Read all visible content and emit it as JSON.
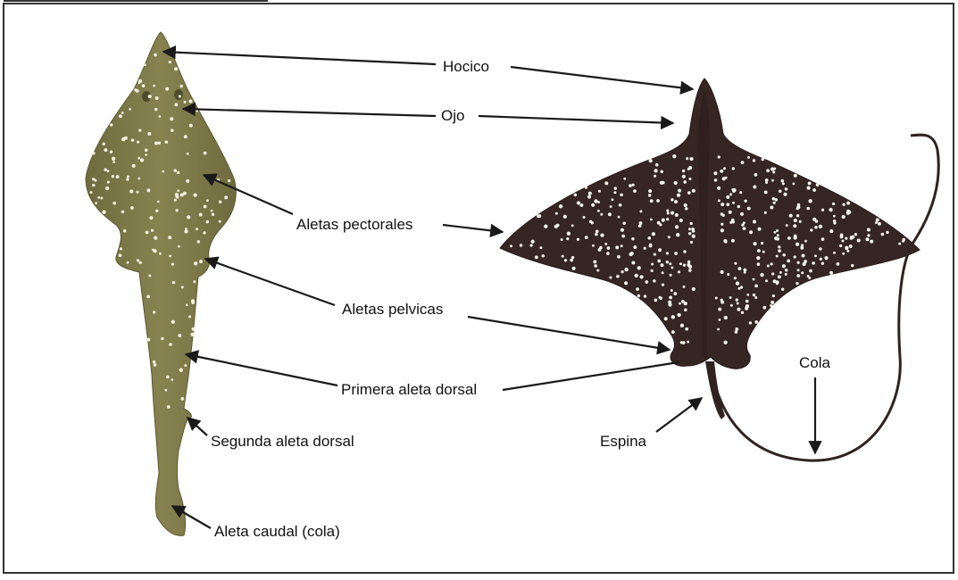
{
  "labels": {
    "hocico": "Hocico",
    "ojo": "Ojo",
    "aletas_pectorales": "Aletas pectorales",
    "aletas_pelvicas": "Aletas pelvicas",
    "primera_aleta_dorsal": "Primera aleta dorsal",
    "segunda_aleta_dorsal": "Segunda aleta dorsal",
    "aleta_caudal": "Aleta caudal (cola)",
    "cola": "Cola",
    "espina": "Espina"
  },
  "colors": {
    "guitarfish_body": "#7f7a4b",
    "guitarfish_dark": "#625d36",
    "eagle_ray_body": "#352523",
    "eagle_ray_edge": "#2a1c1b",
    "spots": "#f3f0dc",
    "label_text": "#111111",
    "arrows": "#1a1a1a"
  }
}
